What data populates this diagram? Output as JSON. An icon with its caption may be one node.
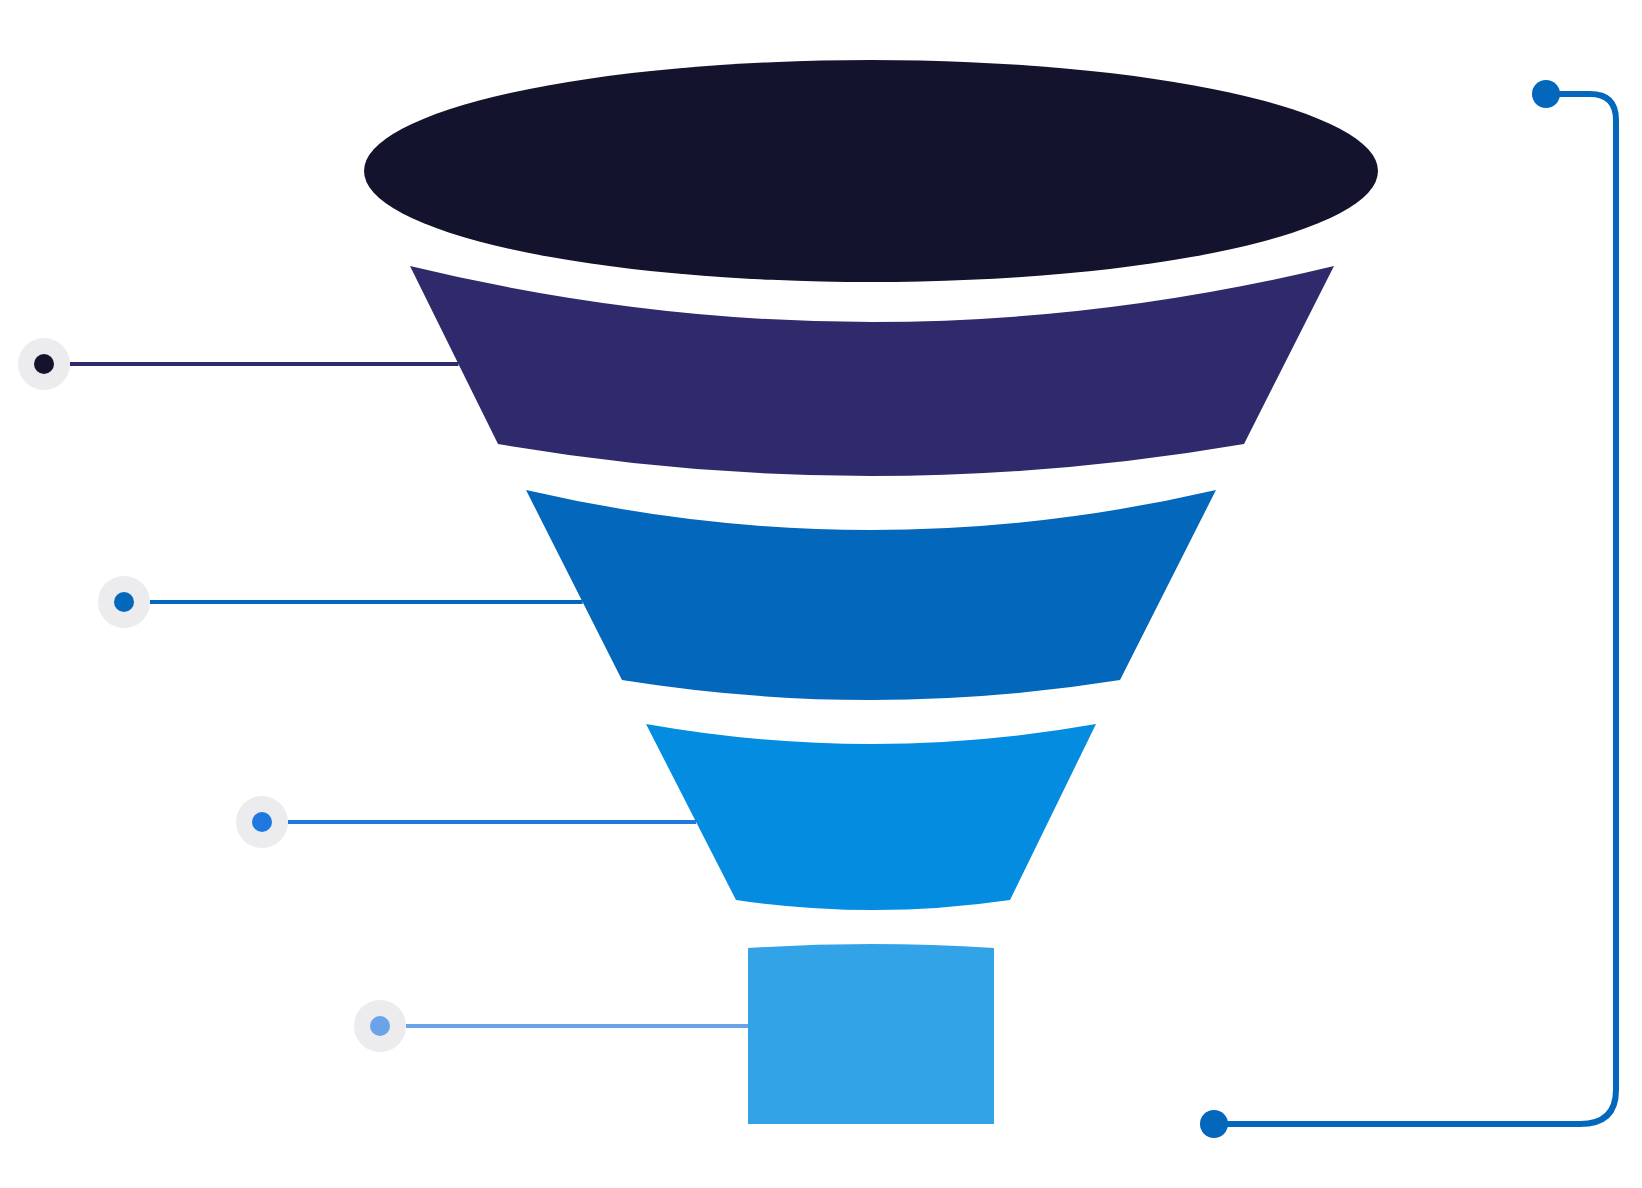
{
  "diagram": {
    "nodes": [
      {
        "text": [],
        "shape": "ellipse"
      },
      {
        "text": [],
        "shape": "trapezoid"
      },
      {
        "text": [],
        "shape": "trapezoid"
      },
      {
        "text": [],
        "shape": "trapezoid"
      },
      {
        "text": [],
        "shape": "box"
      },
      {
        "text": [],
        "shape": "circle"
      },
      {
        "text": [],
        "shape": "circle"
      },
      {
        "text": [],
        "shape": "circle"
      },
      {
        "text": [],
        "shape": "circle"
      }
    ],
    "edges": [
      {
        "from": 5,
        "to": 1,
        "arrow": "none",
        "color": "#2e2a6b"
      },
      {
        "from": 6,
        "to": 2,
        "arrow": "none",
        "color": "#0367bb"
      },
      {
        "from": 7,
        "to": 3,
        "arrow": "none",
        "color": "#1f78e0"
      },
      {
        "from": 8,
        "to": 4,
        "arrow": "none",
        "color": "#6aa3e8"
      }
    ]
  }
}
